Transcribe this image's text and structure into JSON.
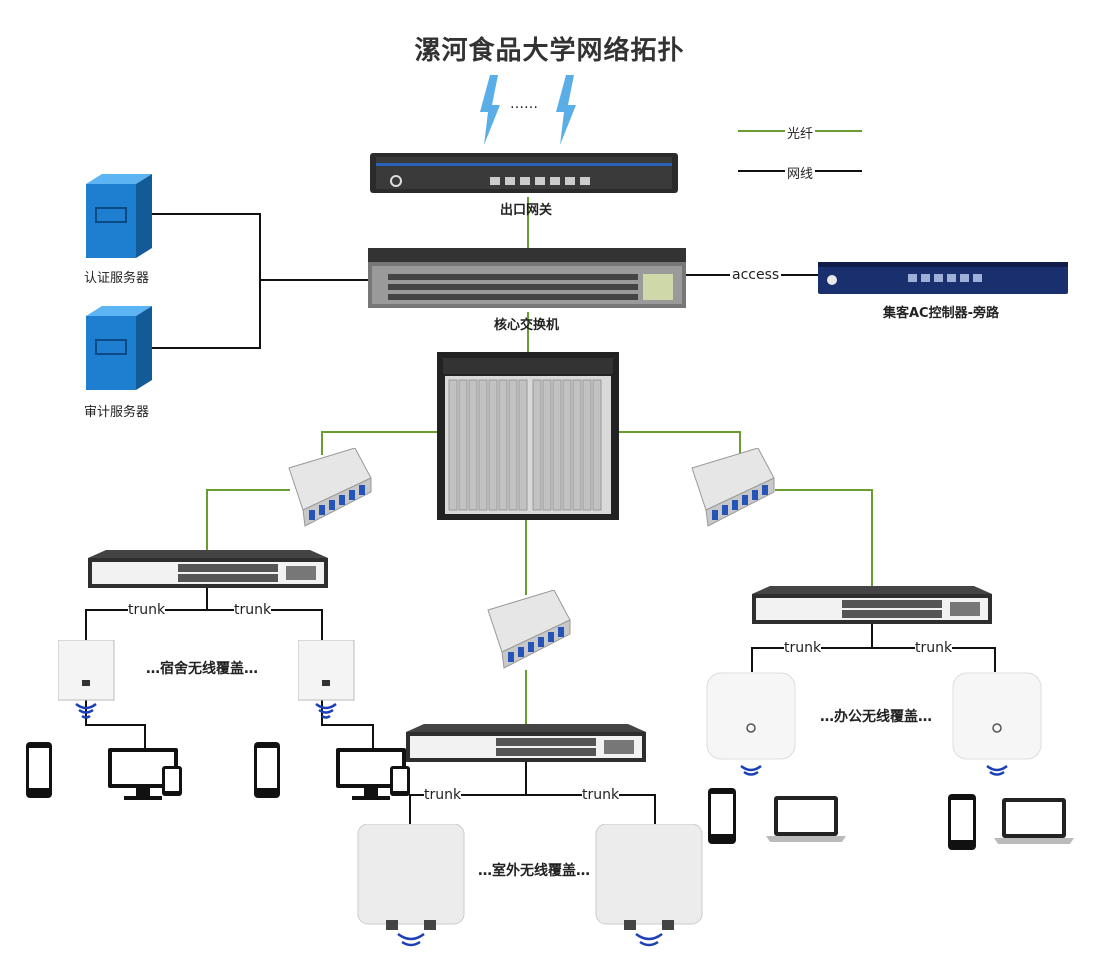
{
  "title": "漯河食品大学网络拓扑",
  "legend": {
    "fiber": "光纤",
    "cable": "网线",
    "fiber_color": "#6a9c2f",
    "cable_color": "#111111"
  },
  "wan_dots": "……",
  "labels": {
    "gateway": "出口网关",
    "core": "核心交换机",
    "ac": "集客AC控制器-旁路",
    "access": "access",
    "auth": "认证服务器",
    "audit": "审计服务器",
    "trunk": "trunk",
    "dorm": "…宿舍无线覆盖…",
    "office": "…办公无线覆盖…",
    "outdoor": "…室外无线覆盖…"
  },
  "colors": {
    "server_blue": "#1e7fd0",
    "wifi_blue": "#1b3fb5",
    "olt_gray": "#d9d9d9"
  }
}
